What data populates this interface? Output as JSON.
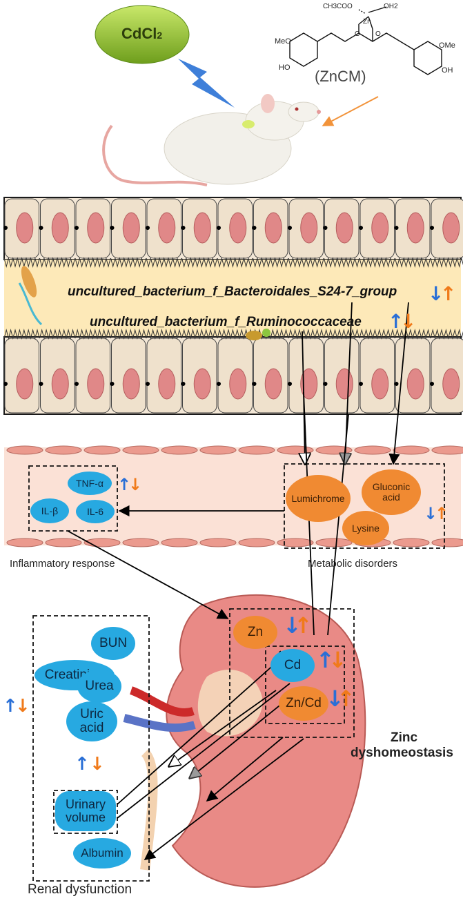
{
  "treatment": {
    "label_main": "CdCl",
    "label_sub": "2"
  },
  "compound": {
    "name": "(ZnCM)",
    "groups": [
      "CH3COO",
      "Zn",
      "OH2",
      "MeO",
      "HO",
      "OMe",
      "OH",
      "O",
      "O"
    ]
  },
  "bacteria": [
    "uncultured_bacterium_f_Bacteroidales_S24-7_group",
    "uncultured_bacterium_f_Ruminococcaceae"
  ],
  "inflammation": {
    "markers": [
      "TNF-α",
      "IL-β",
      "IL-6"
    ],
    "caption": "Inflammatory response"
  },
  "metabolism": {
    "metabolites": [
      "Lumichrome",
      "Gluconic acid",
      "Lysine"
    ],
    "caption": "Metabolic disorders"
  },
  "zinc": {
    "items": [
      "Zn",
      "Cd",
      "Zn/Cd"
    ],
    "caption_line1": "Zinc",
    "caption_line2": "dyshomeostasis"
  },
  "renal": {
    "markers": [
      "BUN",
      "Creatinine",
      "Urea",
      "Uric acid",
      "Urinary volume",
      "Albumin"
    ],
    "caption": "Renal dysfunction"
  },
  "colors": {
    "blue_arrow": "#2a6fd6",
    "orange_arrow": "#f07a1a",
    "blue_marker": "#27a9e1",
    "orange_marker": "#f08a32",
    "lumen": "#fde9b8",
    "vessel": "#fbe1d6",
    "kidney": "#e98a86"
  }
}
